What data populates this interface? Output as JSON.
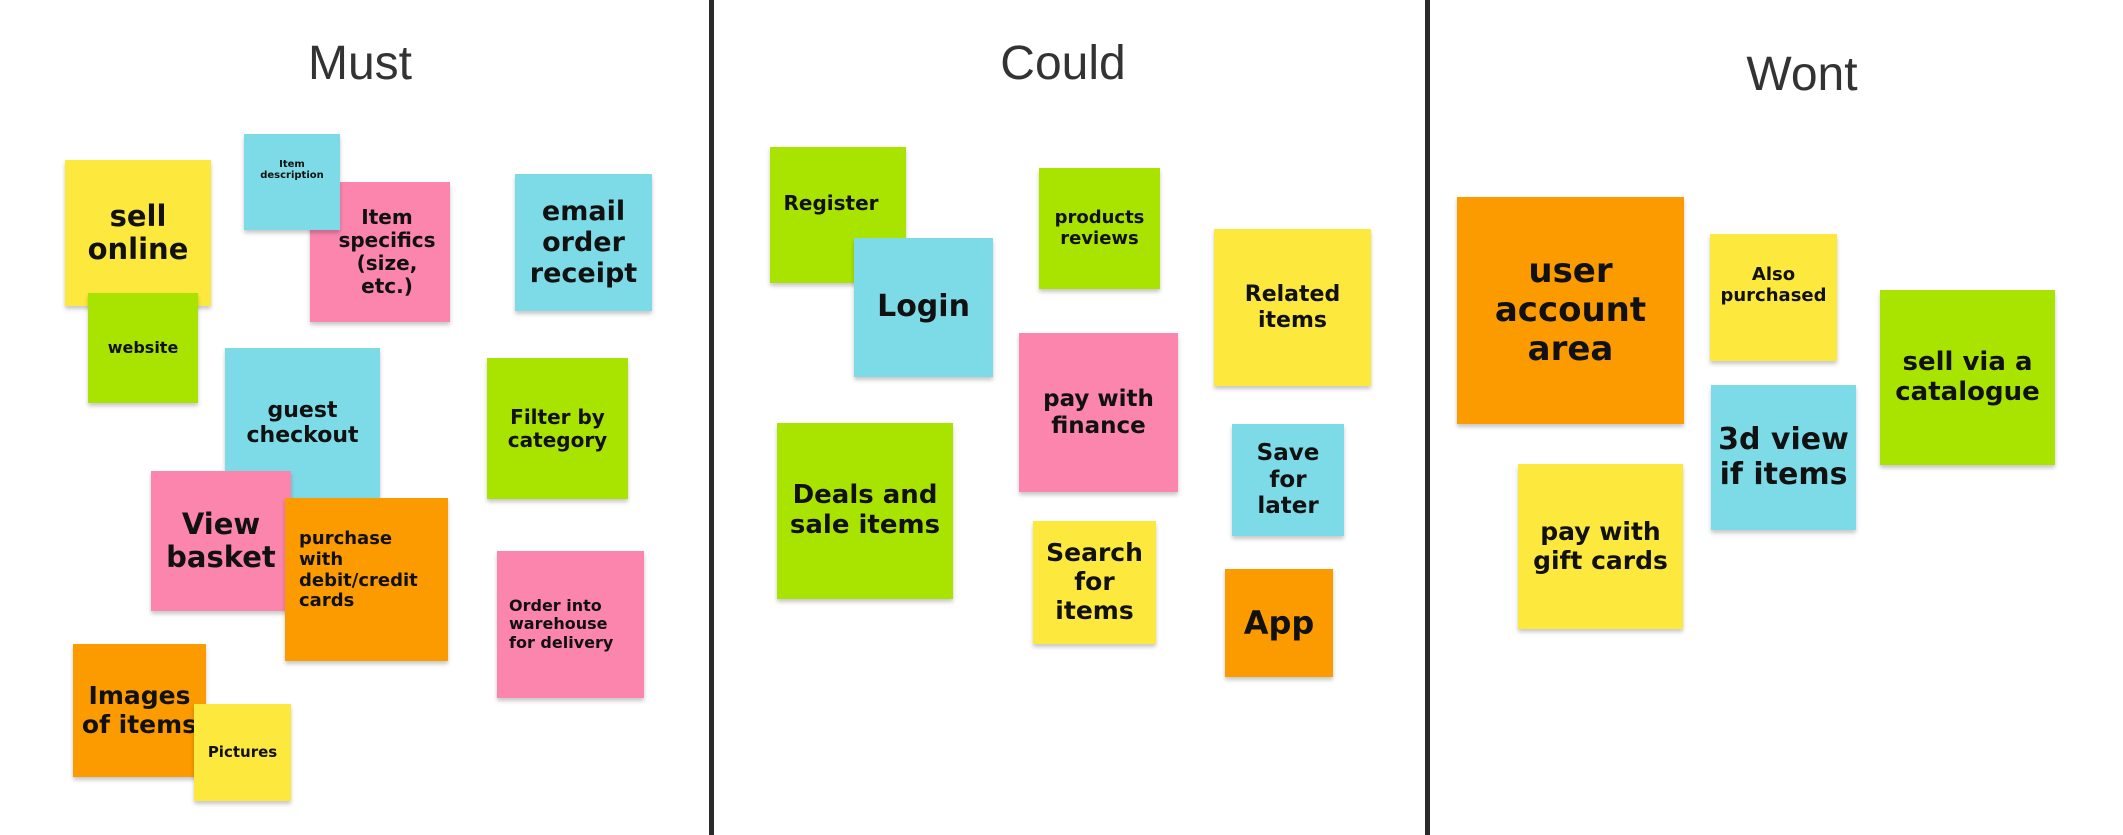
{
  "board": {
    "columns": [
      {
        "title": "Must",
        "notes": [
          {
            "text": "sell online",
            "color": "#fde93d"
          },
          {
            "text": "website",
            "color": "#a9e400"
          },
          {
            "text": "Item description",
            "color": "#7ddbe7"
          },
          {
            "text": "Item specifics (size, etc.)",
            "color": "#fc85ad"
          },
          {
            "text": "email order receipt",
            "color": "#7ddbe7"
          },
          {
            "text": "guest checkout",
            "color": "#7ddbe7"
          },
          {
            "text": "Filter by category",
            "color": "#a9e400"
          },
          {
            "text": "View basket",
            "color": "#fc85ad"
          },
          {
            "text": "purchase with debit/credit cards",
            "color": "#fb9b00"
          },
          {
            "text": "Order into warehouse for delivery",
            "color": "#fc85ad"
          },
          {
            "text": "Images of items",
            "color": "#fb9b00"
          },
          {
            "text": "Pictures",
            "color": "#fde93d"
          }
        ]
      },
      {
        "title": "Could",
        "notes": [
          {
            "text": "Register",
            "color": "#a9e400"
          },
          {
            "text": "Login",
            "color": "#7ddbe7"
          },
          {
            "text": "products reviews",
            "color": "#a9e400"
          },
          {
            "text": "Related items",
            "color": "#fde93d"
          },
          {
            "text": "pay with finance",
            "color": "#fc85ad"
          },
          {
            "text": "Deals and sale items",
            "color": "#a9e400"
          },
          {
            "text": "Save for later",
            "color": "#7ddbe7"
          },
          {
            "text": "Search for items",
            "color": "#fde93d"
          },
          {
            "text": "App",
            "color": "#fb9b00"
          }
        ]
      },
      {
        "title": "Wont",
        "notes": [
          {
            "text": "user account area",
            "color": "#fb9b00"
          },
          {
            "text": "Also purchased",
            "color": "#fde93d"
          },
          {
            "text": "sell via a catalogue",
            "color": "#a9e400"
          },
          {
            "text": "3d view if items",
            "color": "#7ddbe7"
          },
          {
            "text": "pay with gift cards",
            "color": "#fde93d"
          }
        ]
      }
    ]
  }
}
